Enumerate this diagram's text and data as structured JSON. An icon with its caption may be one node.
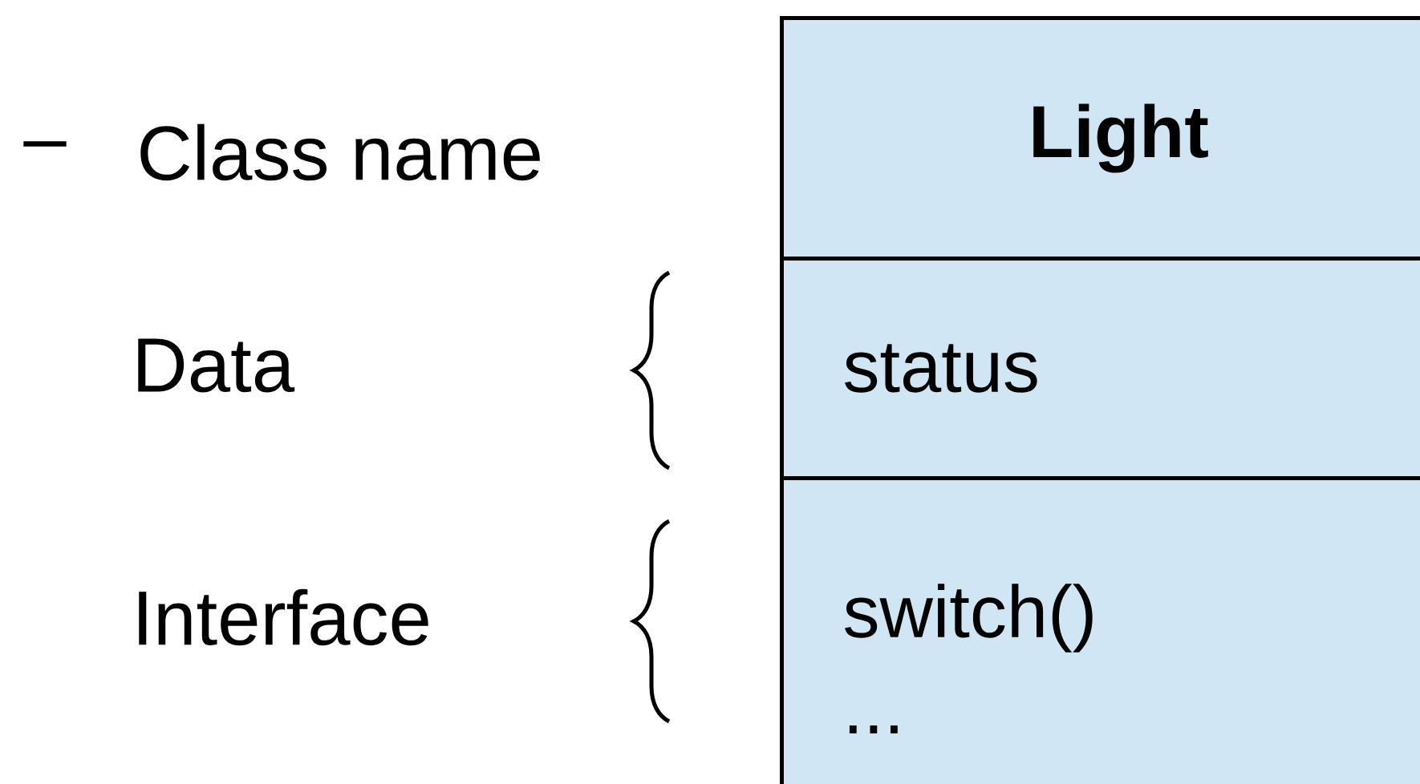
{
  "diagram": {
    "nodes": [
      {
        "text": [
          "Light"
        ]
      },
      {
        "text": [
          "status"
        ]
      },
      {
        "text": [
          "switch()",
          "..."
        ]
      }
    ],
    "labels": [
      "–",
      "Class name",
      "Data",
      "Interface"
    ]
  }
}
